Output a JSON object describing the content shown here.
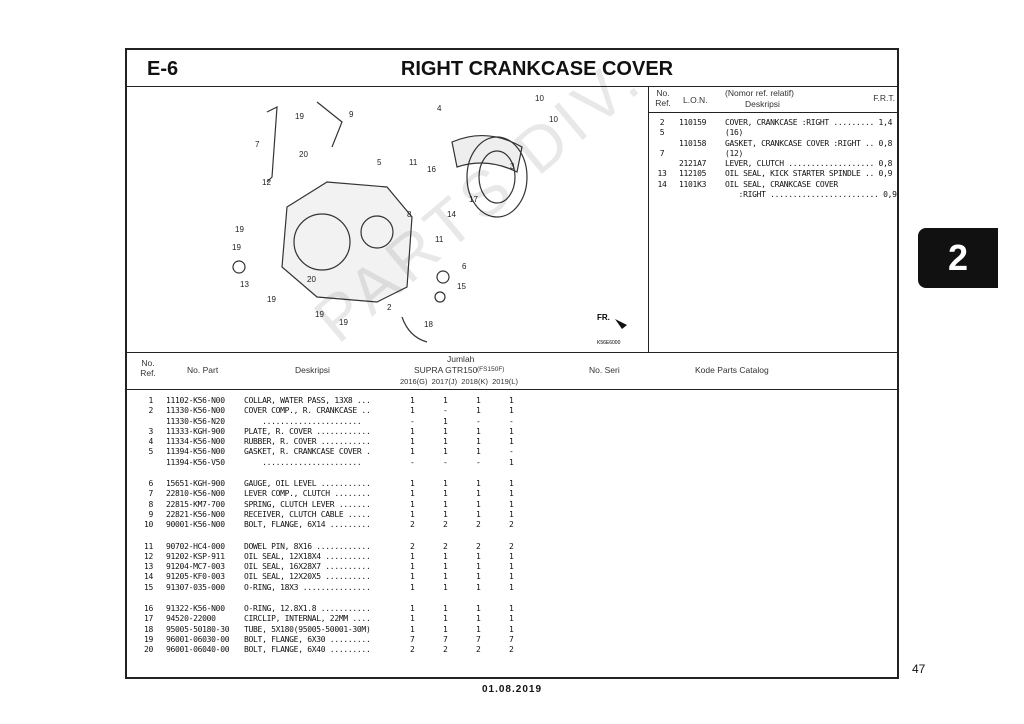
{
  "header": {
    "section": "E-6",
    "title": "RIGHT CRANKCASE COVER"
  },
  "diagram": {
    "code": "K56E6000",
    "front_label": "FR.",
    "callouts": [
      "19",
      "9",
      "7",
      "20",
      "12",
      "5",
      "4",
      "10",
      "10",
      "11",
      "16",
      "3",
      "17",
      "8",
      "14",
      "11",
      "19",
      "19",
      "13",
      "20",
      "19",
      "6",
      "15",
      "2",
      "18",
      "19",
      "19"
    ]
  },
  "frt_table": {
    "headers": {
      "ref": "No. Ref.",
      "lon": "L.O.N.",
      "desc_top": "(Nomor ref. relatif)",
      "desc": "Deskripsi",
      "frt": "F.R.T."
    },
    "lines": [
      {
        "ref": "2",
        "lon": "110159",
        "desc": "COVER, CRANKCASE :RIGHT ......... 1,4"
      },
      {
        "ref": "5",
        "lon": "",
        "desc": "(16)"
      },
      {
        "ref": "",
        "lon": "110158",
        "desc": "GASKET, CRANKCASE COVER :RIGHT .. 0,8"
      },
      {
        "ref": "7",
        "lon": "",
        "desc": "(12)"
      },
      {
        "ref": "",
        "lon": "2121A7",
        "desc": "LEVER, CLUTCH ................... 0,8"
      },
      {
        "ref": "13",
        "lon": "112105",
        "desc": "OIL SEAL, KICK STARTER SPINDLE .. 0,9"
      },
      {
        "ref": "14",
        "lon": "1101K3",
        "desc": "OIL SEAL, CRANKCASE COVER"
      },
      {
        "ref": "",
        "lon": "",
        "desc": "   :RIGHT ........................ 0,9"
      }
    ]
  },
  "parts_table": {
    "headers": {
      "ref": "No. Ref.",
      "part": "No. Part",
      "desc": "Deskripsi",
      "qty": "Jumlah",
      "model": "SUPRA GTR150",
      "model_code": "(FS150F)",
      "years": "2016(G)  2017(J)  2018(K)  2019(L)",
      "serial": "No. Seri",
      "catalog": "Kode Parts Catalog"
    },
    "groups": [
      [
        {
          "ref": "1",
          "part": "11102-K56-N00",
          "desc": "COLLAR, WATER PASS, 13X8 ...",
          "qty": [
            "1",
            "1",
            "1",
            "1"
          ]
        },
        {
          "ref": "2",
          "part": "11330-K56-N00",
          "desc": "COVER COMP., R. CRANKCASE ..",
          "qty": [
            "1",
            "-",
            "1",
            "1"
          ]
        },
        {
          "ref": "",
          "part": "11330-K56-N20",
          "desc": "    ......................",
          "qty": [
            "-",
            "1",
            "-",
            "-"
          ]
        },
        {
          "ref": "3",
          "part": "11333-KGH-900",
          "desc": "PLATE, R. COVER ............",
          "qty": [
            "1",
            "1",
            "1",
            "1"
          ]
        },
        {
          "ref": "4",
          "part": "11334-K56-N00",
          "desc": "RUBBER, R. COVER ...........",
          "qty": [
            "1",
            "1",
            "1",
            "1"
          ]
        },
        {
          "ref": "5",
          "part": "11394-K56-N00",
          "desc": "GASKET, R. CRANKCASE COVER .",
          "qty": [
            "1",
            "1",
            "1",
            "-"
          ]
        },
        {
          "ref": "",
          "part": "11394-K56-V50",
          "desc": "    ......................",
          "qty": [
            "-",
            "-",
            "-",
            "1"
          ]
        }
      ],
      [
        {
          "ref": "6",
          "part": "15651-KGH-900",
          "desc": "GAUGE, OIL LEVEL ...........",
          "qty": [
            "1",
            "1",
            "1",
            "1"
          ]
        },
        {
          "ref": "7",
          "part": "22810-K56-N00",
          "desc": "LEVER COMP., CLUTCH ........",
          "qty": [
            "1",
            "1",
            "1",
            "1"
          ]
        },
        {
          "ref": "8",
          "part": "22815-KM7-700",
          "desc": "SPRING, CLUTCH LEVER .......",
          "qty": [
            "1",
            "1",
            "1",
            "1"
          ]
        },
        {
          "ref": "9",
          "part": "22821-K56-N00",
          "desc": "RECEIVER, CLUTCH CABLE .....",
          "qty": [
            "1",
            "1",
            "1",
            "1"
          ]
        },
        {
          "ref": "10",
          "part": "90001-K56-N00",
          "desc": "BOLT, FLANGE, 6X14 .........",
          "qty": [
            "2",
            "2",
            "2",
            "2"
          ]
        }
      ],
      [
        {
          "ref": "11",
          "part": "90702-HC4-000",
          "desc": "DOWEL PIN, 8X16 ............",
          "qty": [
            "2",
            "2",
            "2",
            "2"
          ]
        },
        {
          "ref": "12",
          "part": "91202-KSP-911",
          "desc": "OIL SEAL, 12X18X4 ..........",
          "qty": [
            "1",
            "1",
            "1",
            "1"
          ]
        },
        {
          "ref": "13",
          "part": "91204-MC7-003",
          "desc": "OIL SEAL, 16X28X7 ..........",
          "qty": [
            "1",
            "1",
            "1",
            "1"
          ]
        },
        {
          "ref": "14",
          "part": "91205-KF0-003",
          "desc": "OIL SEAL, 12X20X5 ..........",
          "qty": [
            "1",
            "1",
            "1",
            "1"
          ]
        },
        {
          "ref": "15",
          "part": "91307-035-000",
          "desc": "O-RING, 18X3 ...............",
          "qty": [
            "1",
            "1",
            "1",
            "1"
          ]
        }
      ],
      [
        {
          "ref": "16",
          "part": "91322-K56-N00",
          "desc": "O-RING, 12.8X1.8 ...........",
          "qty": [
            "1",
            "1",
            "1",
            "1"
          ]
        },
        {
          "ref": "17",
          "part": "94520-22000",
          "desc": "CIRCLIP, INTERNAL, 22MM ....",
          "qty": [
            "1",
            "1",
            "1",
            "1"
          ]
        },
        {
          "ref": "18",
          "part": "95005-50180-30",
          "desc": "TUBE, 5X180(95005-50001-30M)",
          "qty": [
            "1",
            "1",
            "1",
            "1"
          ]
        },
        {
          "ref": "19",
          "part": "96001-06030-00",
          "desc": "BOLT, FLANGE, 6X30 .........",
          "qty": [
            "7",
            "7",
            "7",
            "7"
          ]
        },
        {
          "ref": "20",
          "part": "96001-06040-00",
          "desc": "BOLT, FLANGE, 6X40 .........",
          "qty": [
            "2",
            "2",
            "2",
            "2"
          ]
        }
      ]
    ]
  },
  "side_tab": "2",
  "page_number": "47",
  "date": "01.08.2019",
  "watermark": "PARTS DIV."
}
